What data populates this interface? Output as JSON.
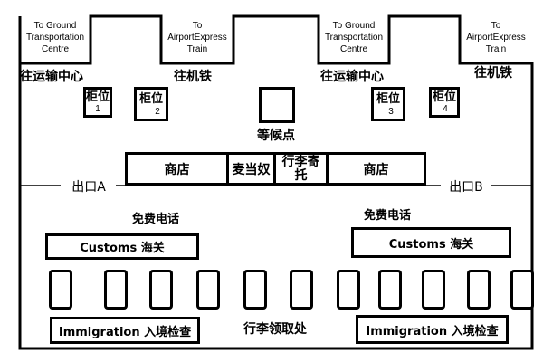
{
  "gates": [
    {
      "lines": [
        "To Ground",
        "Transportation",
        "Centre"
      ],
      "cn": "往运输中心"
    },
    {
      "lines": [
        "To",
        "AirportExpress",
        "Train"
      ],
      "cn": "往机铁"
    },
    {
      "lines": [
        "To Ground",
        "Transportation",
        "Centre"
      ],
      "cn": "往运输中心"
    },
    {
      "lines": [
        "To",
        "AirportExpress",
        "Train"
      ],
      "cn": "往机铁"
    }
  ],
  "counters": [
    {
      "label": "柜位",
      "num": "1"
    },
    {
      "label": "柜位",
      "num": "2"
    },
    {
      "label": "柜位",
      "num": "3"
    },
    {
      "label": "柜位",
      "num": "4"
    }
  ],
  "waiting_point": "等候点",
  "shops": [
    "商店",
    "麦当奴",
    "行李寄托",
    "商店"
  ],
  "exits": [
    "出口A",
    "出口B"
  ],
  "free_phone": [
    "免费电话",
    "免费电话"
  ],
  "customs": [
    "Customs 海关",
    "Customs 海关"
  ],
  "baggage_claim": "行李领取处",
  "immigration": [
    "Immigration 入境检查",
    "Immigration 入境检查"
  ],
  "baggage_belt_count": 11
}
